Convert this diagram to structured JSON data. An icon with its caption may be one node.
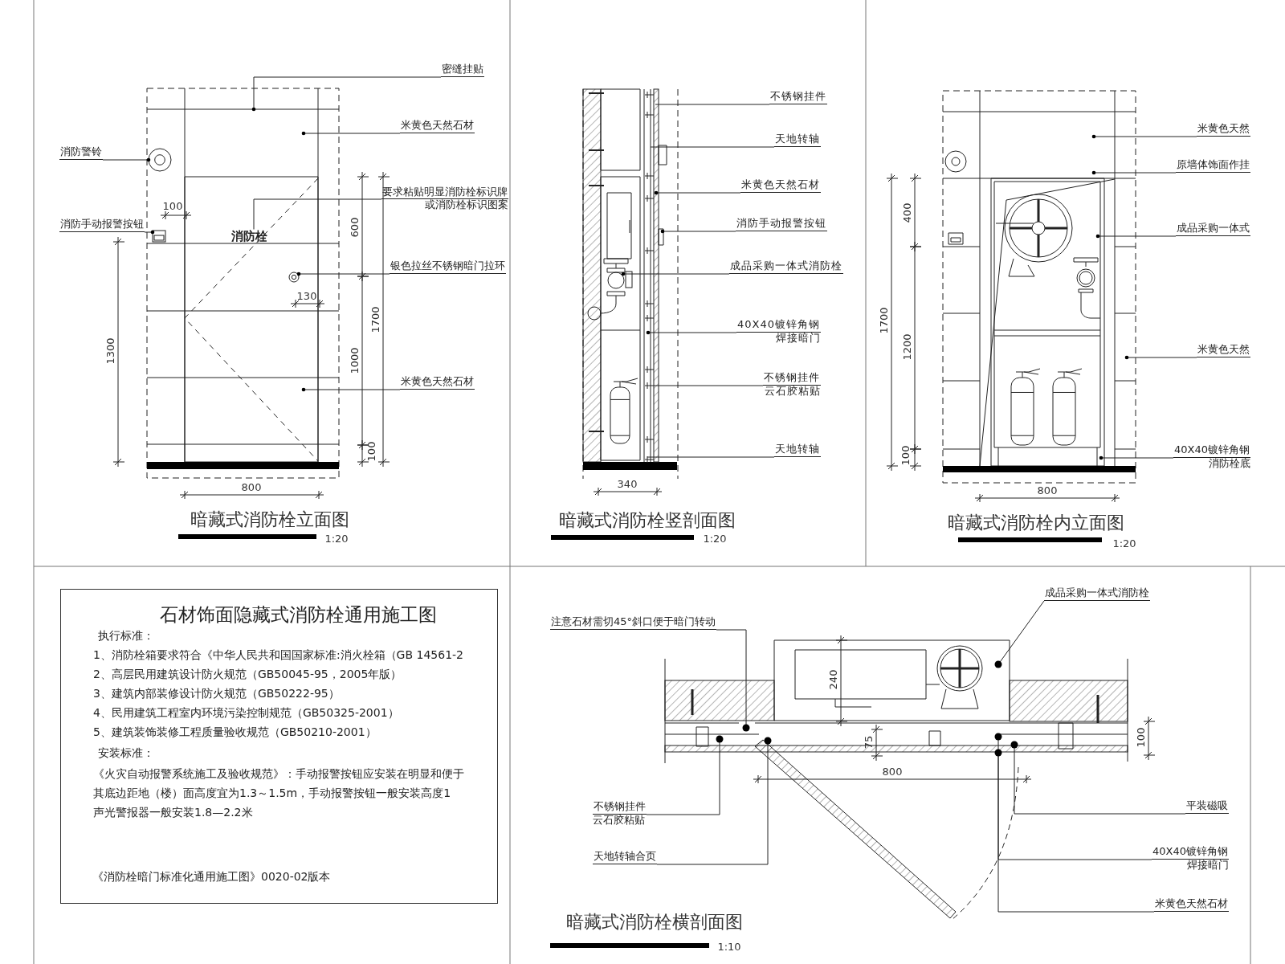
{
  "diagram": {
    "nodes": [
      {
        "text": [
          "密缝挂贴"
        ]
      },
      {
        "text": [
          "米黄色天然石材"
        ]
      },
      {
        "text": [
          "消防警铃"
        ]
      },
      {
        "text": [
          "要求粘贴明显消防栓标识牌",
          "或消防栓标识图案"
        ]
      },
      {
        "text": [
          "消防栓"
        ]
      },
      {
        "text": [
          "消防手动报警按钮"
        ]
      },
      {
        "text": [
          "银色拉丝不锈钢暗门拉环"
        ]
      },
      {
        "text": [
          "米黄色天然石材"
        ]
      },
      {
        "text": [
          "不锈钢挂件"
        ]
      },
      {
        "text": [
          "天地转轴"
        ]
      },
      {
        "text": [
          "米黄色天然石材"
        ]
      },
      {
        "text": [
          "消防手动报警按钮"
        ]
      },
      {
        "text": [
          "成品采购一体式消防栓"
        ]
      },
      {
        "text": [
          "40X40镀锌角钢",
          "焊接暗门"
        ]
      },
      {
        "text": [
          "不锈钢挂件",
          "云石胶粘贴"
        ]
      },
      {
        "text": [
          "天地转轴"
        ]
      },
      {
        "text": [
          "米黄色天然"
        ]
      },
      {
        "text": [
          "原墙体饰面作挂"
        ]
      },
      {
        "text": [
          "成品采购一体式"
        ]
      },
      {
        "text": [
          "米黄色天然"
        ]
      },
      {
        "text": [
          "40X40镀锌角钢",
          "消防栓底"
        ]
      },
      {
        "text": [
          "石材饰面隐藏式消防栓通用施工图",
          "执行标准：",
          "1、消防栓箱要求符合《中华人民共和国国家标准:消火栓箱（GB 14561-2",
          "2、高层民用建筑设计防火规范（GB50045-95，2005年版）",
          "3、建筑内部装修设计防火规范（GB50222-95）",
          "4、民用建筑工程室内环境污染控制规范（GB50325-2001）",
          "5、建筑装饰装修工程质量验收规范（GB50210-2001）",
          "安装标准：",
          "《火灾自动报警系统施工及验收规范》：手动报警按钮应安装在明显和便于",
          "其底边距地（楼）面高度宜为1.3～1.5m，手动报警按钮一般安装高度1",
          "声光警报器一般安装1.8—2.2米",
          "《消防栓暗门标准化通用施工图》0020-02版本"
        ]
      },
      {
        "text": [
          "注意石材需切45°斜口便于暗门转动"
        ]
      },
      {
        "text": [
          "成品采购一体式消防栓"
        ]
      },
      {
        "text": [
          "不锈钢挂件",
          "云石胶粘贴"
        ]
      },
      {
        "text": [
          "天地转轴合页"
        ]
      },
      {
        "text": [
          "平装磁吸"
        ]
      },
      {
        "text": [
          "40X40镀锌角钢",
          "焊接暗门"
        ]
      },
      {
        "text": [
          "米黄色天然石材"
        ]
      },
      {
        "text": [],
        "shape": "circle"
      },
      {
        "text": [],
        "shape": "box"
      },
      {
        "text": [],
        "shape": "circle"
      }
    ],
    "edges": [
      {
        "from": 0,
        "to": null,
        "arrow": "other"
      },
      {
        "from": 1,
        "to": null,
        "arrow": "other"
      },
      {
        "from": 2,
        "to": 29,
        "arrow": "other"
      },
      {
        "from": 3,
        "to": 4,
        "arrow": "none"
      },
      {
        "from": 5,
        "to": 30,
        "arrow": "other"
      },
      {
        "from": 6,
        "to": 31,
        "arrow": "other"
      },
      {
        "from": 7,
        "to": null,
        "arrow": "other"
      },
      {
        "from": 8,
        "to": null,
        "arrow": "none"
      },
      {
        "from": 9,
        "to": null,
        "arrow": "none"
      },
      {
        "from": 10,
        "to": null,
        "arrow": "other"
      },
      {
        "from": 11,
        "to": null,
        "arrow": "other"
      },
      {
        "from": 12,
        "to": null,
        "arrow": "other"
      },
      {
        "from": 13,
        "to": null,
        "arrow": "other"
      },
      {
        "from": 14,
        "to": null,
        "arrow": "none"
      },
      {
        "from": 15,
        "to": null,
        "arrow": "none"
      },
      {
        "from": 16,
        "to": null,
        "arrow": "other"
      },
      {
        "from": 17,
        "to": null,
        "arrow": "other"
      },
      {
        "from": 18,
        "to": null,
        "arrow": "other"
      },
      {
        "from": 19,
        "to": null,
        "arrow": "other"
      },
      {
        "from": 20,
        "to": null,
        "arrow": "other"
      },
      {
        "from": 22,
        "to": null,
        "arrow": "other"
      },
      {
        "from": 23,
        "to": null,
        "arrow": "other"
      },
      {
        "from": 24,
        "to": null,
        "arrow": "other"
      },
      {
        "from": 25,
        "to": null,
        "arrow": "other"
      },
      {
        "from": 26,
        "to": null,
        "arrow": "other"
      },
      {
        "from": 27,
        "to": null,
        "arrow": "other"
      },
      {
        "from": 28,
        "to": null,
        "arrow": "other"
      }
    ],
    "labels": [
      "100",
      "130",
      "1300",
      "600",
      "1700",
      "1000",
      "100",
      "800",
      "暗藏式消防栓立面图",
      "1:20",
      "340",
      "暗藏式消防栓竖剖面图",
      "1:20",
      "400",
      "1700",
      "1200",
      "100",
      "800",
      "暗藏式消防栓内立面图",
      "1:20",
      "240",
      "75",
      "800",
      "100",
      "暗藏式消防栓横剖面图",
      "1:10"
    ]
  }
}
